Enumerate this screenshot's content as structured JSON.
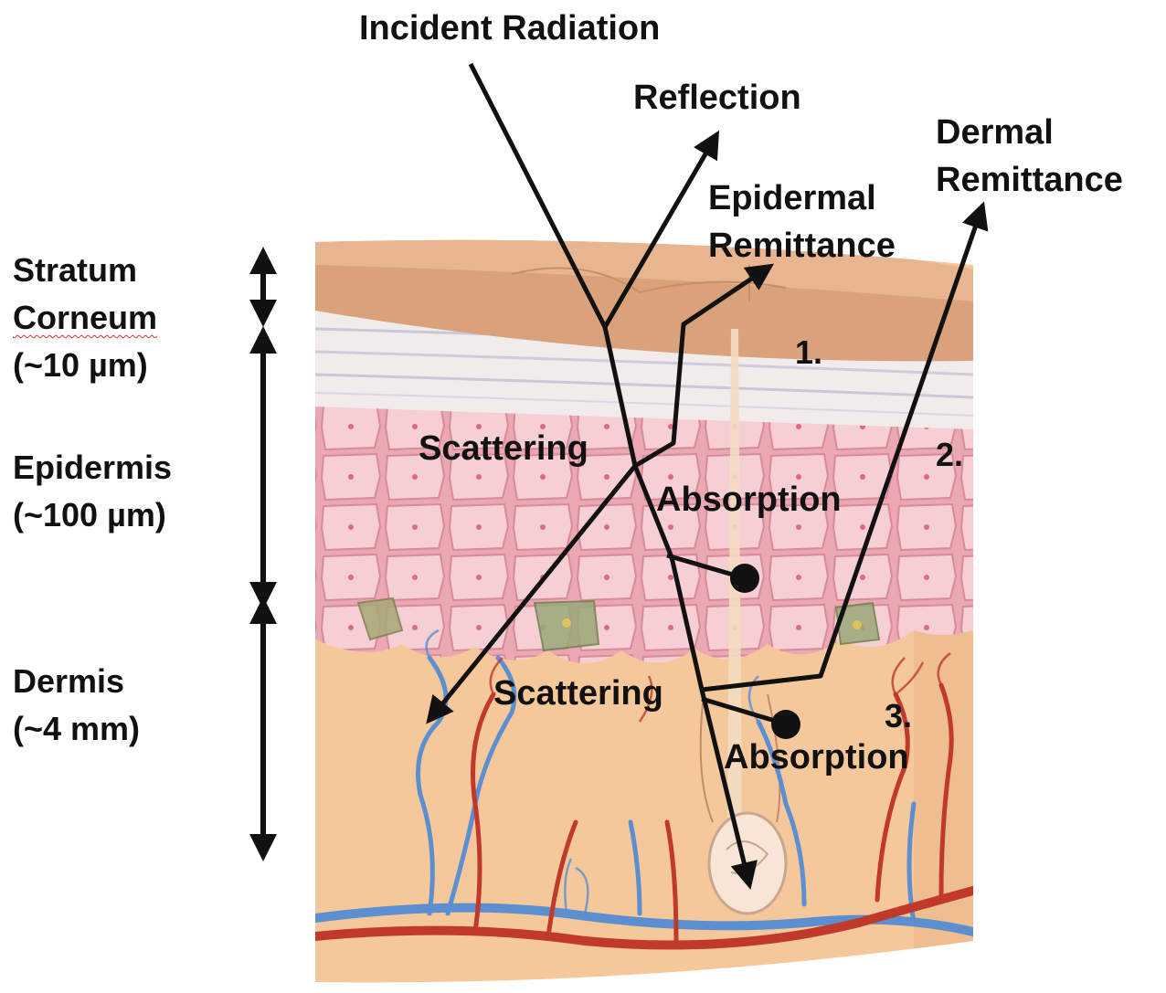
{
  "diagram": {
    "labels": {
      "incident": "Incident Radiation",
      "reflection": "Reflection",
      "epidermal_remittance_1": "Epidermal",
      "epidermal_remittance_2": "Remittance",
      "dermal_remittance_1": "Dermal",
      "dermal_remittance_2": "Remittance",
      "scattering_epidermis": "Scattering",
      "absorption_epidermis": "Absorption",
      "scattering_dermis": "Scattering",
      "absorption_dermis": "Absorption",
      "num1": "1.",
      "num2": "2.",
      "num3": "3."
    },
    "layers": {
      "stratum_1": "Stratum",
      "stratum_2": "Corneum",
      "stratum_3": "(~10 µm)",
      "epidermis_1": "Epidermis",
      "epidermis_2": "(~100 µm)",
      "dermis_1": "Dermis",
      "dermis_2": "(~4 mm)"
    },
    "colors": {
      "skin_surface": "#d9a27a",
      "corneum": "#efe9ea",
      "epidermis": "#f2bcc4",
      "cell": "#f6cdd3",
      "cell_edge": "#d98a98",
      "dermis": "#f5c79a",
      "dermis_side": "#e9b485",
      "artery": "#c0392b",
      "vein": "#5b8fd0",
      "arrow": "#111111"
    }
  }
}
